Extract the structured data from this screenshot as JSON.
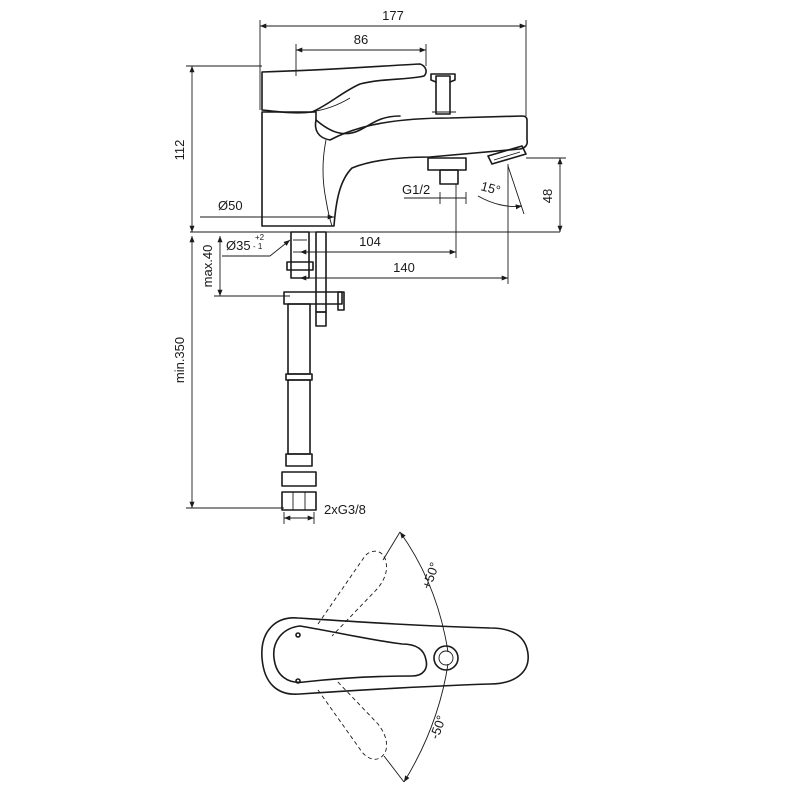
{
  "dimensions": {
    "overall_width": "177",
    "handle_length": "86",
    "overall_height": "112",
    "base_diameter": "Ø50",
    "hole_diameter": "Ø35",
    "hole_tol_plus": "+2",
    "hole_tol_minus": "- 1",
    "max_thickness": "max.40",
    "min_length": "min.350",
    "diverter_reach": "104",
    "spout_reach": "140",
    "diverter_thread": "G1/2",
    "spout_angle": "15°",
    "spout_height": "48",
    "connection_thread": "2xG3/8"
  },
  "rotation": {
    "plus_angle": "+50°",
    "minus_angle": "-50°"
  }
}
